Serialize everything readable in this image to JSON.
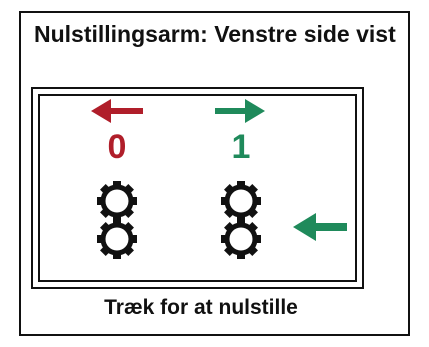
{
  "title": "Nulstillingsarm: Venstre side vist",
  "diagram": {
    "left_label": "0",
    "right_label": "1",
    "left_arrow_icon": "arrow-left-icon",
    "right_arrow_icon": "arrow-right-icon",
    "side_arrow_icon": "arrow-left-icon",
    "wheel_icon": "cog-wheel-icon",
    "colors": {
      "left": "#b01e2a",
      "right": "#1f8a5b",
      "line": "#111111"
    }
  },
  "caption": "Træk for at nulstille"
}
